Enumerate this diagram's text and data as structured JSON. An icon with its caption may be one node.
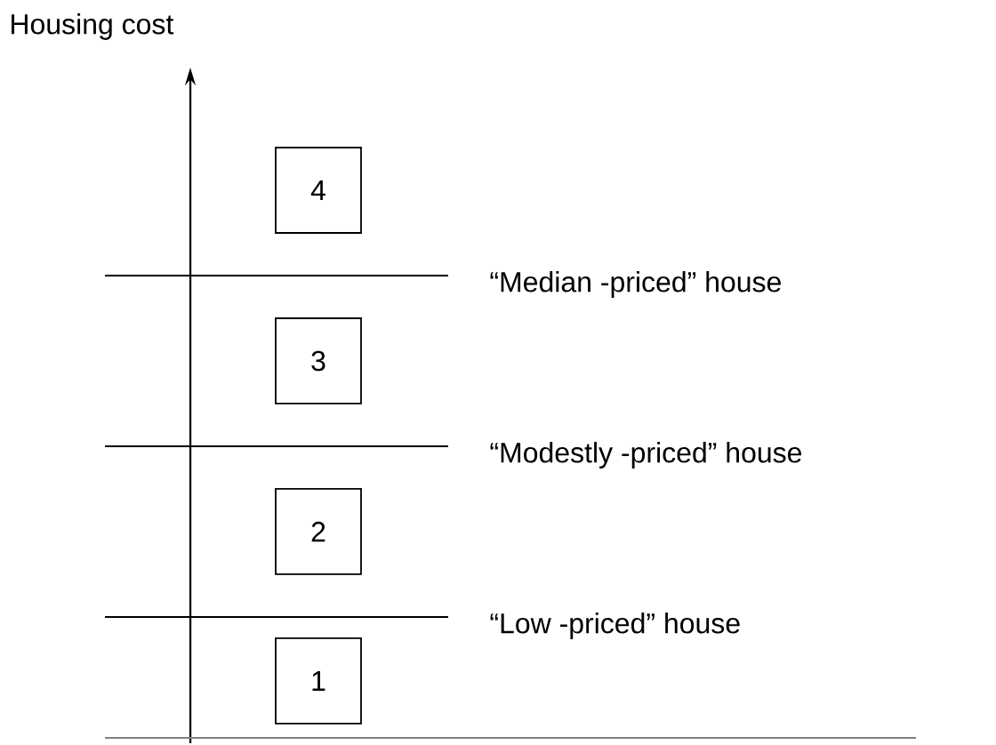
{
  "diagram": {
    "nodes": [
      {
        "text": [
          "4"
        ]
      },
      {
        "text": [
          "3"
        ]
      },
      {
        "text": [
          "2"
        ]
      },
      {
        "text": [
          "1"
        ]
      }
    ],
    "labels": [
      "Housing cost",
      "“Median -priced” house",
      "“Modestly -priced” house",
      "“Low -priced” house"
    ]
  }
}
